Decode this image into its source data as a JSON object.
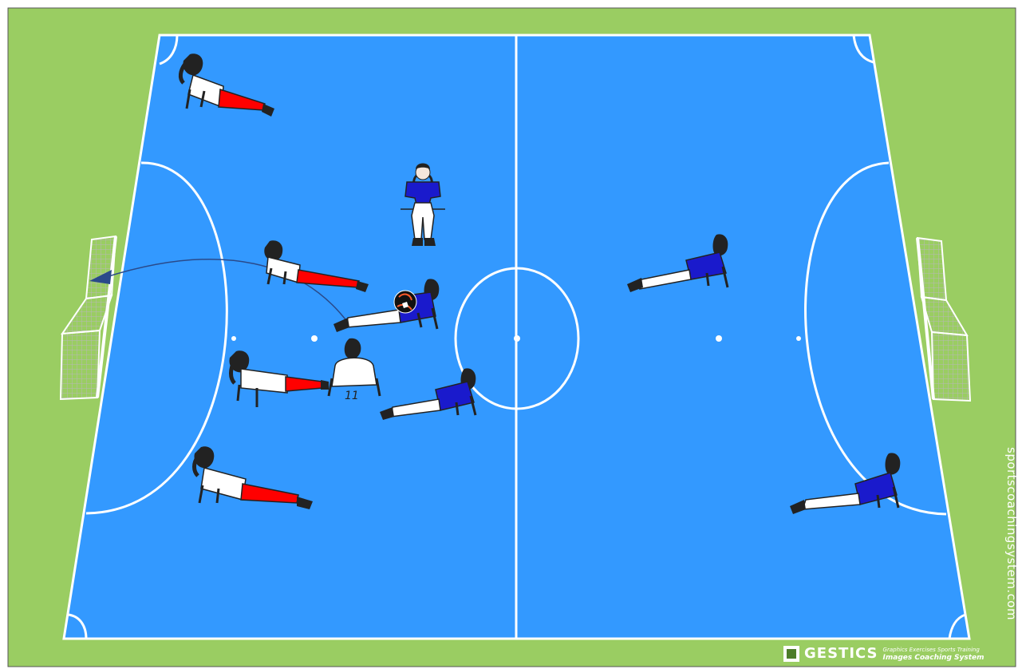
{
  "watermark": "sportscoachingsystem.com",
  "brand": {
    "name": "GESTICS",
    "tagline_1": "Graphics Exercises Sports Training",
    "tagline_2": "Images Coaching System"
  },
  "colors": {
    "grass": "#9acd62",
    "court": "#3399ff",
    "lines": "#ffffff",
    "team_white_shirt": "#ffffff",
    "team_white_shorts": "#ff0000",
    "team_blue_shirt": "#1a1acc",
    "team_blue_shorts": "#ffffff",
    "arrow": "#2a4a8a"
  },
  "players": [
    {
      "team": "white",
      "pose": "plank"
    },
    {
      "team": "white",
      "pose": "plank"
    },
    {
      "team": "white",
      "pose": "plank"
    },
    {
      "team": "white",
      "pose": "plank"
    },
    {
      "team": "white",
      "pose": "kneeling-back",
      "number": "11"
    },
    {
      "team": "blue",
      "pose": "standing"
    },
    {
      "team": "blue",
      "pose": "reverse-plank",
      "has_ball": true
    },
    {
      "team": "blue",
      "pose": "reverse-plank"
    },
    {
      "team": "blue",
      "pose": "reverse-plank"
    },
    {
      "team": "blue",
      "pose": "reverse-plank"
    }
  ],
  "pass": {
    "from": "blue player with ball",
    "to": "left goal"
  }
}
